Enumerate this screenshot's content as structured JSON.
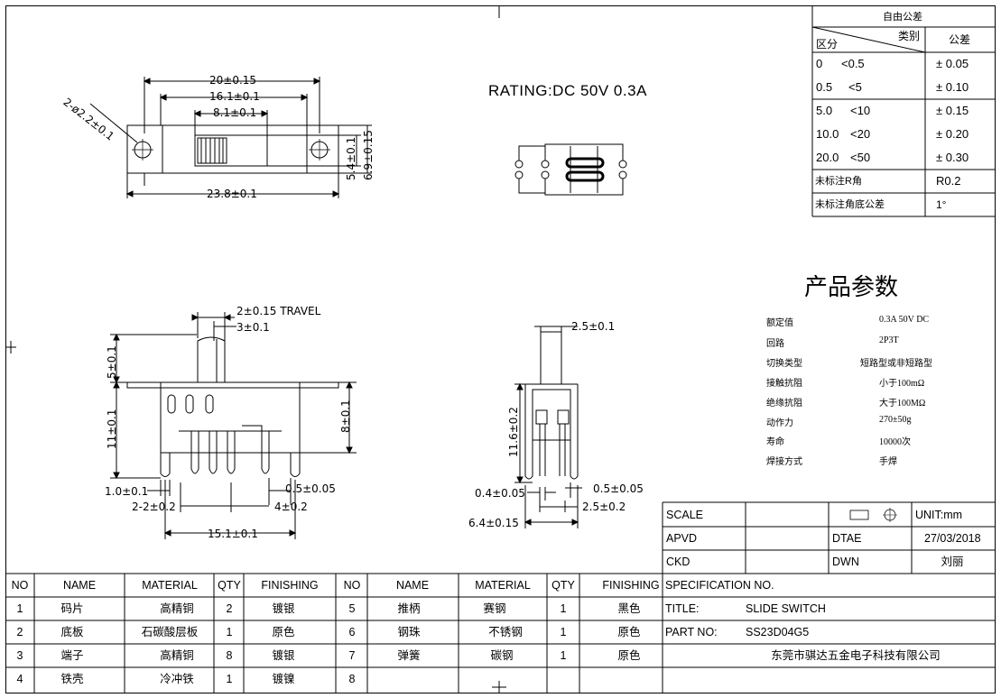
{
  "rating": "RATING:DC 50V 0.3A",
  "tolerance_table": {
    "title": "自由公差",
    "header_category": "类别",
    "header_range": "区分",
    "header_tol": "公差",
    "rows": [
      {
        "from": "0",
        "to": "<0.5",
        "tol": "± 0.05"
      },
      {
        "from": "0.5",
        "to": "<5",
        "tol": "± 0.10"
      },
      {
        "from": "5.0",
        "to": "<10",
        "tol": "± 0.15"
      },
      {
        "from": "10.0",
        "to": "<20",
        "tol": "± 0.20"
      },
      {
        "from": "20.0",
        "to": "<50",
        "tol": "± 0.30"
      }
    ],
    "r_label": "未标注R角",
    "r_value": "R0.2",
    "angle_label": "未标注角底公差",
    "angle_value": "1°"
  },
  "params": {
    "title": "产品参数",
    "rows": [
      {
        "label": "额定值",
        "value": "0.3A 50V DC"
      },
      {
        "label": "回路",
        "value": "2P3T"
      },
      {
        "label": "切换类型",
        "value": "短路型或非短路型"
      },
      {
        "label": "接触抗阻",
        "value": "小于100mΩ"
      },
      {
        "label": "绝缘抗阻",
        "value": "大于100MΩ"
      },
      {
        "label": "动作力",
        "value": "270±50g"
      },
      {
        "label": "寿命",
        "value": "10000次"
      },
      {
        "label": "焊接方式",
        "value": "手焊"
      }
    ]
  },
  "dimensions": {
    "top_20": "20±0.15",
    "top_16": "16.1±0.1",
    "top_8": "8.1±0.1",
    "holes": "2-ø2.2±0.1",
    "width_23": "23.8±0.1",
    "h_54": "5.4±0.1",
    "h_69": "6.9±0.15",
    "travel": "2±0.15 TRAVEL",
    "knob_3": "3±0.1",
    "knob_5": "5±0.1",
    "h_11": "11±0.1",
    "h_8": "8±0.1",
    "pin_10": "1.0±0.1",
    "pin_05": "0.5±0.05",
    "pitch_2": "2-2±0.2",
    "pitch_4": "4±0.2",
    "width_15": "15.1±0.1",
    "side_25": "2.5±0.1",
    "side_116": "11.6±0.2",
    "side_04": "0.4±0.05",
    "side_05": "0.5±0.05",
    "side_25b": "2.5±0.2",
    "side_64": "6.4±0.15"
  },
  "title_block": {
    "scale_label": "SCALE",
    "unit": "UNIT:mm",
    "apvd_label": "APVD",
    "date_label": "DTAE",
    "date_value": "27/03/2018",
    "ckd_label": "CKD",
    "dwn_label": "DWN",
    "dwn_value": "刘丽",
    "spec_label": "SPECIFICATION NO.",
    "title_label": "TITLE:",
    "title_value": "SLIDE SWITCH",
    "part_label": "PART NO:",
    "part_value": "SS23D04G5",
    "company": "东莞市骐达五金电子科技有限公司"
  },
  "bom": {
    "headers": [
      "NO",
      "NAME",
      "MATERIAL",
      "QTY",
      "FINISHING",
      "NO",
      "NAME",
      "MATERIAL",
      "QTY",
      "FINISHING"
    ],
    "rows": [
      [
        "1",
        "码片",
        "高精铜",
        "2",
        "镀银",
        "5",
        "推柄",
        "赛钢",
        "1",
        "黑色"
      ],
      [
        "2",
        "底板",
        "石碳酸层板",
        "1",
        "原色",
        "6",
        "钢珠",
        "不锈钢",
        "1",
        "原色"
      ],
      [
        "3",
        "端子",
        "高精铜",
        "8",
        "镀银",
        "7",
        "弹簧",
        "碳钢",
        "1",
        "原色"
      ],
      [
        "4",
        "铁壳",
        "冷冲铁",
        "1",
        "镀镍",
        "8",
        "",
        "",
        "",
        ""
      ]
    ]
  }
}
